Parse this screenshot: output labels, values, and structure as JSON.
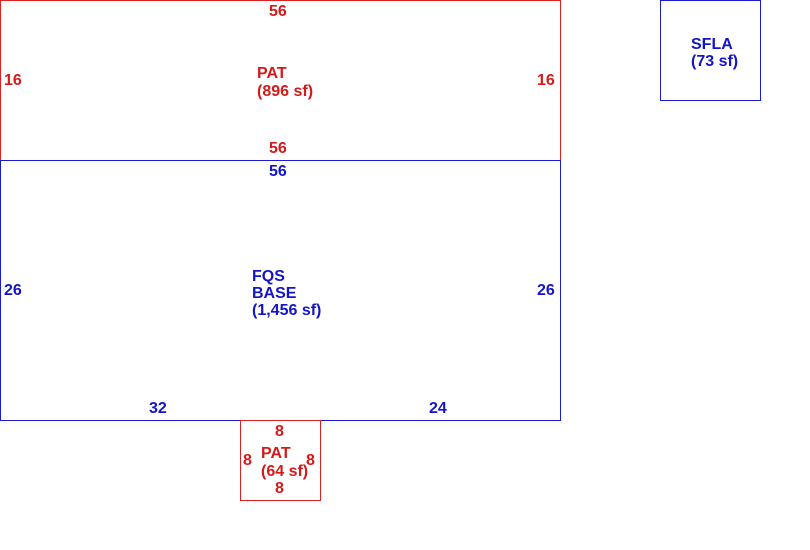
{
  "colors": {
    "patio": "#e02020",
    "base": "#1a1ad0"
  },
  "top_patio": {
    "label": "PAT",
    "area": "(896 sf)",
    "dim_top": "56",
    "dim_bottom": "56",
    "dim_left": "16",
    "dim_right": "16"
  },
  "base": {
    "label_line1": "FQS",
    "label_line2": "BASE",
    "area": "(1,456 sf)",
    "dim_top": "56",
    "dim_left": "26",
    "dim_right": "26",
    "dim_bottom_left": "32",
    "dim_bottom_right": "24"
  },
  "bottom_patio": {
    "label": "PAT",
    "area": "(64 sf)",
    "dim_top": "8",
    "dim_bottom": "8",
    "dim_left": "8",
    "dim_right": "8"
  },
  "sfla_box": {
    "label": "SFLA",
    "area": "(73 sf)"
  }
}
